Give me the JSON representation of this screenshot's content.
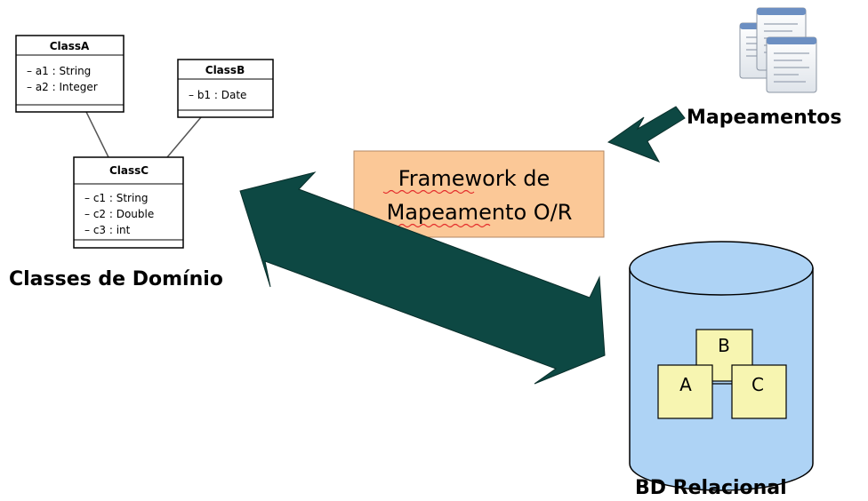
{
  "domain_classes": {
    "caption": "Classes de Domínio",
    "class_a": {
      "name": "ClassA",
      "attributes": [
        "– a1 : String",
        "– a2 : Integer"
      ]
    },
    "class_b": {
      "name": "ClassB",
      "attributes": [
        "– b1 : Date"
      ]
    },
    "class_c": {
      "name": "ClassC",
      "attributes": [
        "– c1 : String",
        "– c2 : Double",
        "– c3 : int"
      ]
    }
  },
  "framework": {
    "line1": "Framework de",
    "line2": "Mapeamento O/R"
  },
  "mappings": {
    "caption": "Mapeamentos",
    "icon": "documents-icon"
  },
  "database": {
    "caption": "BD Relacional",
    "tables": {
      "a": "A",
      "b": "B",
      "c": "C"
    }
  },
  "colors": {
    "arrow": "#0d4843",
    "framework_fill": "#fbc897",
    "db_fill": "#aed3f5",
    "table_fill": "#f7f5b1"
  }
}
